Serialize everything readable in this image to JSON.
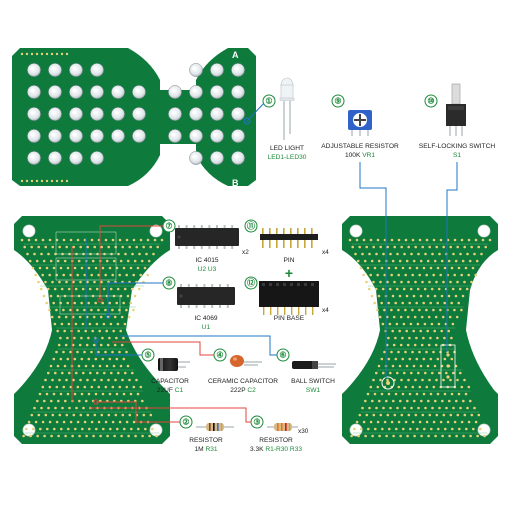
{
  "colors": {
    "pcb_green": "#0e7a3c",
    "pcb_dark": "#0a5f2e",
    "pad_gold": "#e6d27a",
    "callout_blue": "#1f74c4",
    "callout_red": "#e0463c",
    "label_green": "#1c8a3a"
  },
  "components": [
    {
      "number": "①",
      "name": "LED LIGHT",
      "ref": "LED1-LED30",
      "icon": "led-icon"
    },
    {
      "number": "②",
      "name": "RESISTOR",
      "value": "1M",
      "ref": "R31",
      "icon": "resistor-icon"
    },
    {
      "number": "③",
      "name": "RESISTOR",
      "value": "3.3K",
      "ref": "R1-R30 R33",
      "qty": "x30",
      "icon": "resistor-icon"
    },
    {
      "number": "④",
      "name": "CERAMIC CAPACITOR",
      "value": "222P",
      "ref": "C2",
      "icon": "ceramic-capacitor-icon"
    },
    {
      "number": "⑤",
      "name": "CAPACITOR",
      "value": "22UF",
      "ref": "C1",
      "icon": "electrolytic-capacitor-icon"
    },
    {
      "number": "⑥",
      "name": "BALL SWITCH",
      "ref": "SW1",
      "icon": "ball-switch-icon"
    },
    {
      "number": "⑦",
      "name": "IC 4015",
      "ref": "U2 U3",
      "qty": "x2",
      "icon": "ic-chip-icon"
    },
    {
      "number": "⑧",
      "name": "IC 4069",
      "ref": "U1",
      "icon": "ic-chip-icon"
    },
    {
      "number": "⑨",
      "name": "ADJUSTABLE RESISTOR",
      "value": "100K",
      "ref": "VR1",
      "icon": "potentiometer-icon"
    },
    {
      "number": "⑩",
      "name": "SELF-LOCKING SWITCH",
      "ref": "S1",
      "icon": "push-switch-icon"
    },
    {
      "number": "⑪",
      "name": "PIN",
      "qty": "x4",
      "icon": "pin-header-icon"
    },
    {
      "number": "⑫",
      "name": "PIN BASE",
      "qty": "x4",
      "icon": "pin-socket-icon"
    }
  ],
  "plus_sign": "+",
  "board_marks": {
    "a": "A",
    "b": "B"
  }
}
